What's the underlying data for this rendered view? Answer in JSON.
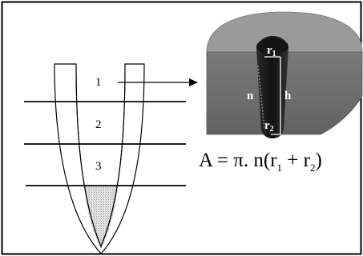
{
  "diagram": {
    "section_numbers": [
      "1",
      "2",
      "3"
    ],
    "cone": {
      "r1_main": "r",
      "r1_sub": "1",
      "r2_main": "r",
      "r2_sub": "2",
      "n_label": "n",
      "h_label": "h"
    },
    "formula": {
      "lhs": "A = π. n(r",
      "sub1": "1",
      "plus": " + r",
      "sub2": "2",
      "close": ")"
    },
    "colors": {
      "border": "#000000",
      "block_top": "#9a9a9a",
      "block_front": "#6e6e6e",
      "hole": "#1c1c1c",
      "stipple": "#bdbdbd"
    }
  }
}
